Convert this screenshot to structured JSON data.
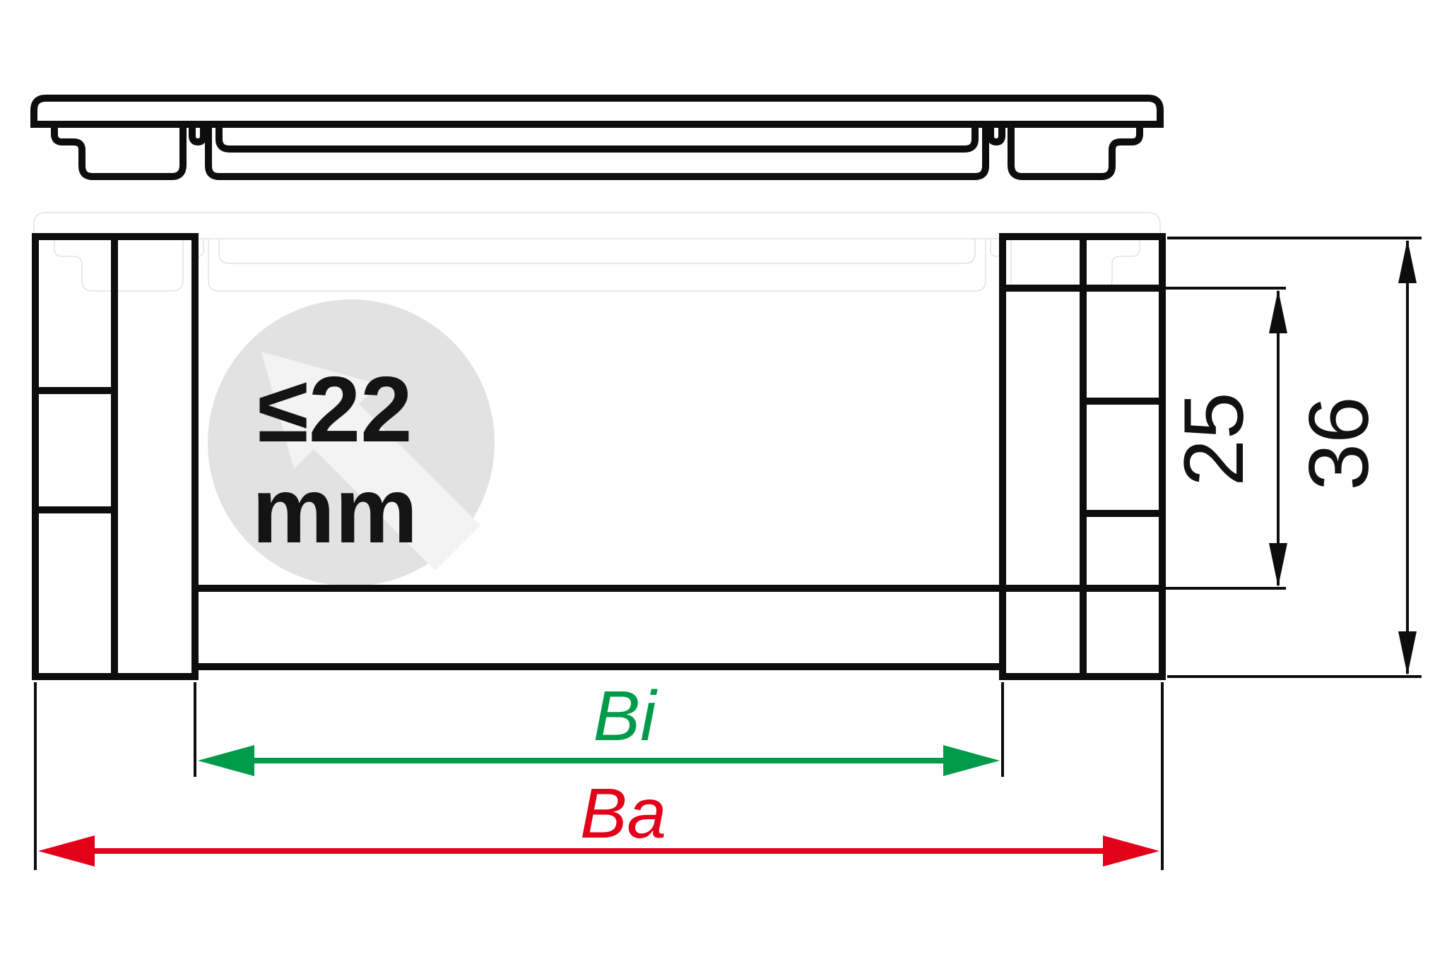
{
  "badge": {
    "value": "≤22",
    "unit": "mm",
    "bg_color": "#e2e2e2",
    "arrow_color": "#f3f3f3"
  },
  "dimensions": {
    "inner_height": {
      "value": "25"
    },
    "outer_height": {
      "value": "36"
    },
    "inner_width": {
      "label": "Bi",
      "color": "#009b4a"
    },
    "outer_width": {
      "label": "Ba",
      "color": "#e30019"
    }
  },
  "colors": {
    "outline": "#0d0d0d",
    "ghost": "#d6d6d6",
    "background": "#ffffff"
  }
}
